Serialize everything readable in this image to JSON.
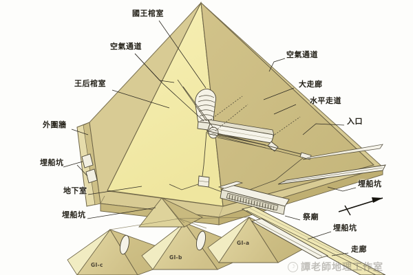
{
  "diagram": {
    "title": "Great Pyramid of Giza cutaway diagram",
    "colors": {
      "face_light": "#f2e9a7",
      "face_dark": "#cbbc81",
      "face_mid": "#ded39b",
      "base_top": "#d8cb94",
      "base_side": "#c6b77c",
      "outline": "#6b6245",
      "label_text": "#232017",
      "paper": "#fdfdfb"
    }
  },
  "labels": {
    "kings_chamber": "國王棺室",
    "air_shaft_left": "空氣通道",
    "queens_chamber": "王后棺室",
    "outer_wall": "外圍牆",
    "boat_pit_1": "埋船坑",
    "subterranean_chamber": "地下室",
    "boat_pit_2": "埋船坑",
    "air_shaft_right": "空氣通道",
    "grand_gallery": "大走廊",
    "horizontal_passage": "水平走道",
    "entrance": "入口",
    "boat_pit_3": "埋船坑",
    "mortuary_temple": "祭廟",
    "boat_pit_4": "埋船坑",
    "causeway": "走廊"
  },
  "satellite_pyramids": [
    {
      "id": "gi-c",
      "label": "GI-c"
    },
    {
      "id": "gi-b",
      "label": "GI-b"
    },
    {
      "id": "gi-a",
      "label": "GI-a"
    }
  ],
  "watermark": {
    "text": "譚老師地理工作室",
    "logo_glyph": "☽"
  }
}
